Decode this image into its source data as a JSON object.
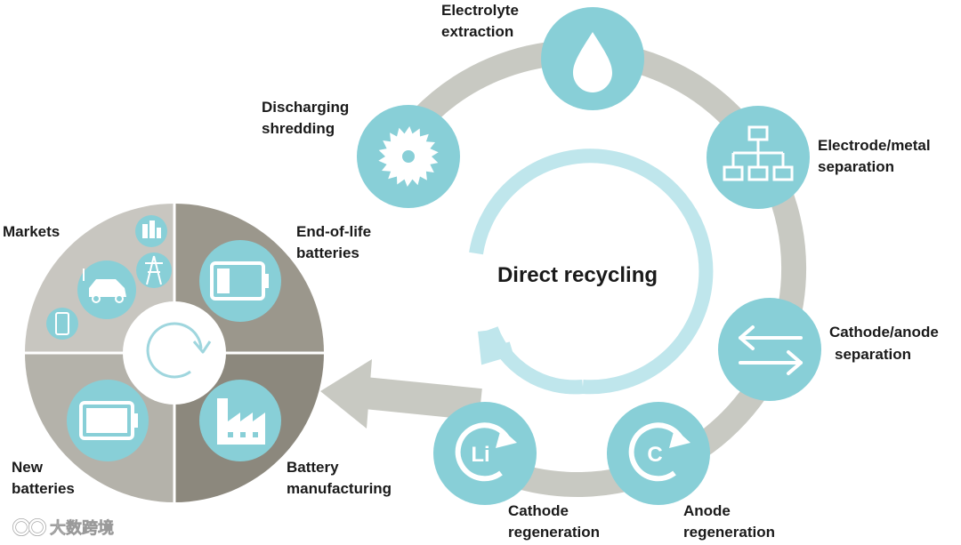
{
  "colors": {
    "node_fill": "#88cfd7",
    "ring": "#c8c9c2",
    "inner_arrow": "#bfe6ec",
    "quad_markets": "#c8c6c0",
    "quad_end_of_life": "#9b978c",
    "quad_new_batteries": "#b4b2aa",
    "quad_manufacturing": "#8c887d"
  },
  "center": {
    "title": "Direct recycling"
  },
  "cycle_steps": [
    {
      "id": "electrolyte",
      "lines": [
        "Electrolyte",
        "extraction"
      ],
      "icon": "droplet-icon"
    },
    {
      "id": "electrode",
      "lines": [
        "Electrode/metal",
        "separation"
      ],
      "icon": "hierarchy-icon"
    },
    {
      "id": "cathode-anode",
      "lines": [
        "Cathode/anode",
        "separation"
      ],
      "icon": "swap-arrows-icon"
    },
    {
      "id": "anode-regen",
      "lines": [
        "Anode",
        "regeneration"
      ],
      "icon": "cycle-letter-icon",
      "letter": "C"
    },
    {
      "id": "cathode-regen",
      "lines": [
        "Cathode",
        "regeneration"
      ],
      "icon": "cycle-letter-icon",
      "letter": "Li"
    },
    {
      "id": "discharging",
      "lines": [
        "Discharging",
        "shredding"
      ],
      "icon": "saw-blade-icon"
    }
  ],
  "lifecycle": {
    "markets": {
      "lines": [
        "Markets"
      ],
      "icons": [
        "phone-icon",
        "car-icon",
        "power-tower-icon",
        "city-icon"
      ]
    },
    "end_of_life": {
      "lines": [
        "End-of-life",
        "batteries"
      ],
      "icon": "battery-low-icon"
    },
    "new_batteries": {
      "lines": [
        "New",
        "batteries"
      ],
      "icon": "battery-full-icon"
    },
    "manufacturing": {
      "lines": [
        "Battery",
        "manufacturing"
      ],
      "icon": "factory-icon"
    }
  },
  "watermark": {
    "text": "大数跨境"
  }
}
